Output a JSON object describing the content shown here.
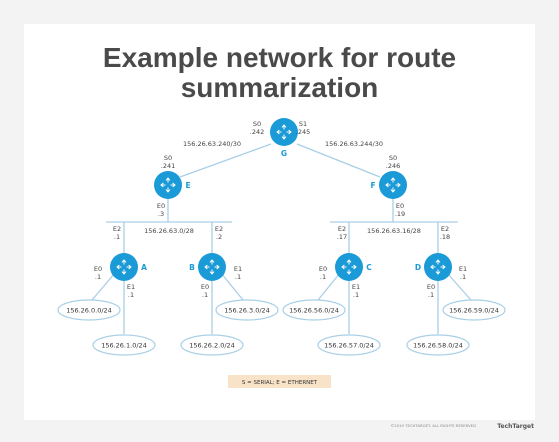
{
  "title": {
    "line1": "Example network for route",
    "line2": "summarization"
  },
  "colors": {
    "router_fill": "#1a9ad6",
    "router_name": "#1a9ad6",
    "link_line": "#a9cfe6",
    "ellipse_stroke": "#a9cfe6",
    "legend_bg": "#f9e3c8"
  },
  "routers": {
    "G": {
      "name": "G",
      "if_left": "S0",
      "ip_left": ".242",
      "if_right": "S1",
      "ip_right": ".245"
    },
    "E": {
      "name": "E",
      "if_top": "S0",
      "ip_top": ".241",
      "if_bottom": "E0",
      "ip_bottom": ".3"
    },
    "F": {
      "name": "F",
      "if_top": "S0",
      "ip_top": ".246",
      "if_bottom": "E0",
      "ip_bottom": ".19"
    },
    "A": {
      "name": "A",
      "if_top": "E2",
      "ip_top": ".1",
      "if_left": "E0",
      "ip_left": ".1",
      "if_bottom": "E1",
      "ip_bottom": ".1"
    },
    "B": {
      "name": "B",
      "if_top": "E2",
      "ip_top": ".2",
      "if_left": "E0",
      "ip_left": ".1",
      "if_right": "E1",
      "ip_right": ".1"
    },
    "C": {
      "name": "C",
      "if_top": "E2",
      "ip_top": ".17",
      "if_left": "E0",
      "ip_left": ".1",
      "if_bottom": "E1",
      "ip_bottom": ".1"
    },
    "D": {
      "name": "D",
      "if_top": "E2",
      "ip_top": ".18",
      "if_left": "E0",
      "ip_left": ".1",
      "if_right": "E1",
      "ip_right": ".1"
    }
  },
  "links": {
    "g_e": "156.26.63.240/30",
    "g_f": "156.26.63.244/30",
    "lan_left": "156.26.63.0/28",
    "lan_right": "156.26.63.16/28"
  },
  "subnets": {
    "a0": "156.26.0.0/24",
    "a1": "156.26.1.0/24",
    "b0": "156.26.2.0/24",
    "b1": "156.26.3.0/24",
    "c0": "156.26.56.0/24",
    "c1": "156.26.57.0/24",
    "d0": "156.26.58.0/24",
    "d1": "156.26.59.0/24"
  },
  "legend": "S = SERIAL; E = ETHERNET",
  "footer": {
    "copyright": "©2019 TECHTARGET. ALL RIGHTS RESERVED",
    "brand": "TechTarget"
  }
}
